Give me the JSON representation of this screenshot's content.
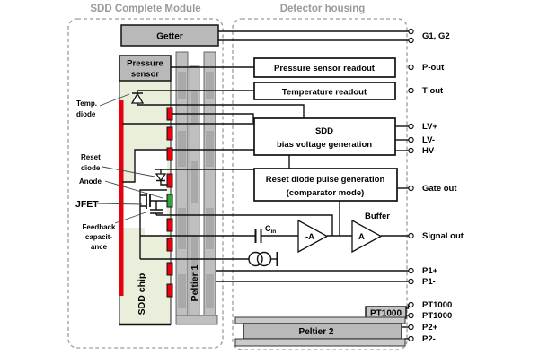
{
  "titles": {
    "module": "SDD Complete Module",
    "housing": "Detector housing"
  },
  "module": {
    "getter_label": "Getter",
    "pressure_line1": "Pressure",
    "pressure_line2": "sensor",
    "chip_label": "SDD chip",
    "peltier1_label": "Peltier 1",
    "temp_line1": "Temp.",
    "temp_line2": "diode",
    "resetd_line1": "Reset",
    "resetd_line2": "diode",
    "anode_label": "Anode",
    "jfet_label": "JFET",
    "fb_line1": "Feedback",
    "fb_line2": "capacit-",
    "fb_line3": "ance"
  },
  "electronics": {
    "pressure_readout": "Pressure sensor readout",
    "temperature_readout": "Temperature readout",
    "bias_line1": "SDD",
    "bias_line2": "bias voltage generation",
    "reset_line1": "Reset diode pulse generation",
    "reset_line2": "(comparator mode)",
    "cin_main": "C",
    "cin_sub": "in",
    "amp_label": "-A",
    "buffer_title": "Buffer",
    "buffer_label": "A",
    "pt1000_label": "PT1000",
    "peltier2_label": "Peltier 2"
  },
  "terminals": [
    {
      "label": "G1, G2"
    },
    {
      "label": "P-out"
    },
    {
      "label": "T-out"
    },
    {
      "label": "LV+"
    },
    {
      "label": "LV-"
    },
    {
      "label": "HV-"
    },
    {
      "label": "Gate out"
    },
    {
      "label": "Signal out"
    },
    {
      "label": "P1+"
    },
    {
      "label": "P1-"
    },
    {
      "label": "PT1000"
    },
    {
      "label": "PT1000"
    },
    {
      "label": "P2+"
    },
    {
      "label": "P2-"
    }
  ],
  "colors": {
    "pad_red": "#e8000d",
    "pad_green": "#2fa43c",
    "chip_green": "#e9efda",
    "block_grey": "#b9b9b9",
    "dash_grey": "#9c9c9c"
  }
}
